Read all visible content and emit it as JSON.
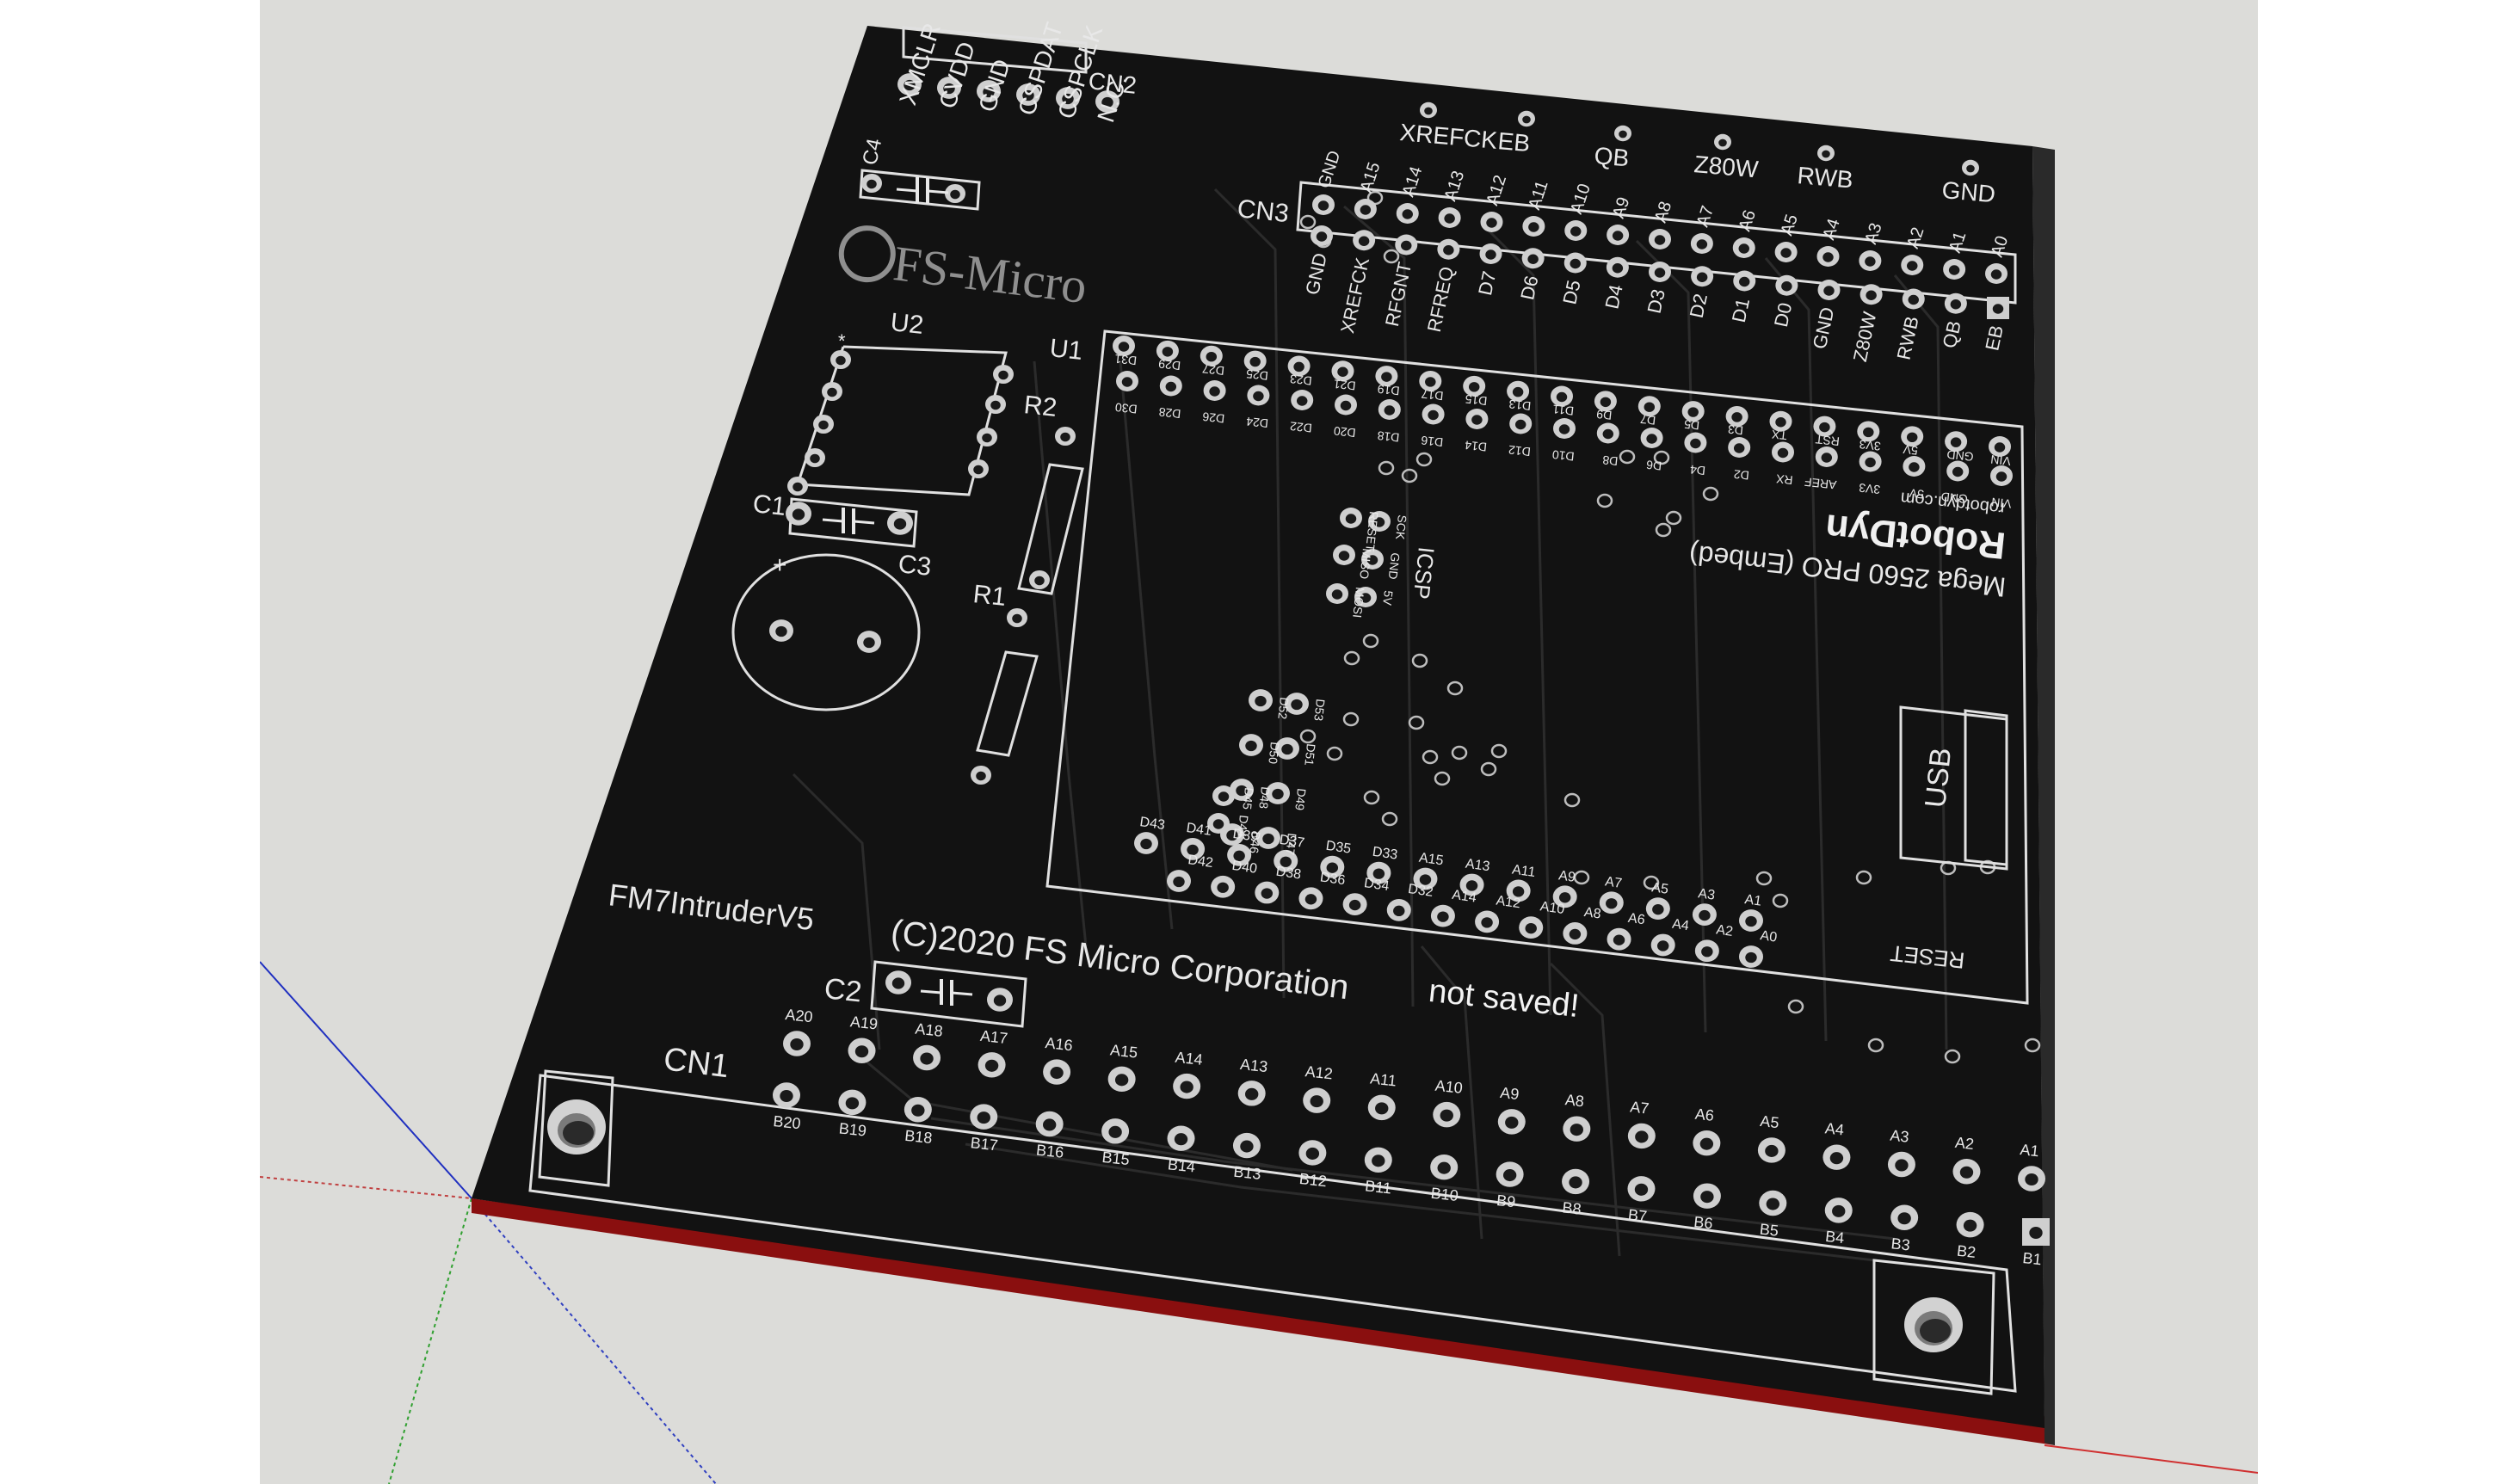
{
  "window": {
    "status_text": "not saved!"
  },
  "board": {
    "name": "FM7IntruderV5",
    "logo_text": "FS-Micro",
    "copyright": "(C)2020 FS Micro Corporation",
    "colors": {
      "board": "#121212",
      "silk": "#e8e8e8",
      "edge": "#b01010",
      "background": "#dcdcd9"
    }
  },
  "connectors": {
    "cn1": {
      "label": "CN1",
      "top_row": [
        "A20",
        "A19",
        "A18",
        "A17",
        "A16",
        "A15",
        "A14",
        "A13",
        "A12",
        "A11",
        "A10",
        "A9",
        "A8",
        "A7",
        "A6",
        "A5",
        "A4",
        "A3",
        "A2",
        "A1"
      ],
      "bottom_row": [
        "B20",
        "B19",
        "B18",
        "B17",
        "B16",
        "B15",
        "B14",
        "B13",
        "B12",
        "B11",
        "B10",
        "B9",
        "B8",
        "B7",
        "B6",
        "B5",
        "B4",
        "B3",
        "B2",
        "B1"
      ]
    },
    "cn2": {
      "label": "CN2",
      "pins": [
        "XMCLR",
        "CVDD",
        "GND",
        "CSPDAT",
        "CSPCLK",
        "N.C."
      ]
    },
    "cn3": {
      "label": "CN3",
      "top_row": [
        "GND",
        "A15",
        "A14",
        "A13",
        "A12",
        "A11",
        "A10",
        "A9",
        "A8",
        "A7",
        "A6",
        "A5",
        "A4",
        "A3",
        "A2",
        "A1",
        "A0"
      ],
      "bottom_row": [
        "GND",
        "XREFCK",
        "RFGNT",
        "RFREQ",
        "D7",
        "D6",
        "D5",
        "D4",
        "D3",
        "D2",
        "D1",
        "D0",
        "GND",
        "Z80W",
        "RWB",
        "QB",
        "EB"
      ]
    },
    "test_points": [
      "XREFCK",
      "EB",
      "QB",
      "Z80W",
      "RWB",
      "GND"
    ]
  },
  "components": {
    "u1": "U1",
    "u2": "U2",
    "r1": "R1",
    "r2": "R2",
    "c1": "C1",
    "c2": "C2",
    "c3": "C3",
    "c4": "C4",
    "c3_polarity": "+",
    "u2_pin1_mark": "*"
  },
  "module": {
    "brand": "RobotDyn",
    "model": "Mega 2560 PRO (Embed)",
    "url": "robotdyn.com",
    "usb_label": "USB",
    "reset_label": "RESET",
    "icsp_label": "ICSP",
    "icsp_pins": [
      "RESET",
      "SCK",
      "MISO",
      "GND",
      "MOSI",
      "5V"
    ],
    "top_header_odd": [
      "D31",
      "D29",
      "D27",
      "D25",
      "D23",
      "D21",
      "D19",
      "D17",
      "D15",
      "D13",
      "D11",
      "D9",
      "D7",
      "D5",
      "D3",
      "TX",
      "RST",
      "3V3",
      "5V",
      "GND",
      "VIN"
    ],
    "top_header_even": [
      "D30",
      "D28",
      "D26",
      "D24",
      "D22",
      "D20",
      "D18",
      "D16",
      "D14",
      "D12",
      "D10",
      "D8",
      "D6",
      "D4",
      "D2",
      "RX",
      "AREF",
      "3V3",
      "5V",
      "GND",
      "VIN"
    ],
    "bottom_header_odd": [
      "D43",
      "D41",
      "D39",
      "D37",
      "D35",
      "D33",
      "A15",
      "A13",
      "A11",
      "A9",
      "A7",
      "A5",
      "A3",
      "A1"
    ],
    "bottom_header_even": [
      "D42",
      "D40",
      "D38",
      "D36",
      "D34",
      "D32",
      "A14",
      "A12",
      "A10",
      "A8",
      "A6",
      "A4",
      "A2",
      "A0"
    ],
    "left_header_odd": [
      "D53",
      "D51",
      "D49",
      "D47"
    ],
    "left_header_even": [
      "D52",
      "D50",
      "D48",
      "D46"
    ],
    "left_extra": [
      "D45",
      "D44"
    ]
  }
}
